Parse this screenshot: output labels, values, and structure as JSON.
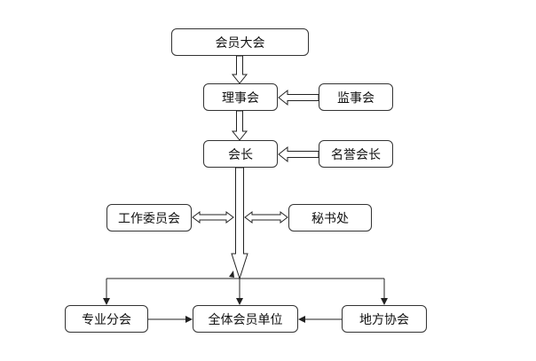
{
  "nodes": {
    "assembly": "会员大会",
    "council": "理事会",
    "supervisor": "监事会",
    "president": "会长",
    "honorary": "名誉会长",
    "committee": "工作委员会",
    "secretariat": "秘书处",
    "branches": "专业分会",
    "members": "全体会员单位",
    "local": "地方协会"
  },
  "colors": {
    "line": "#222222",
    "box_border": "#333333",
    "background": "#ffffff"
  }
}
